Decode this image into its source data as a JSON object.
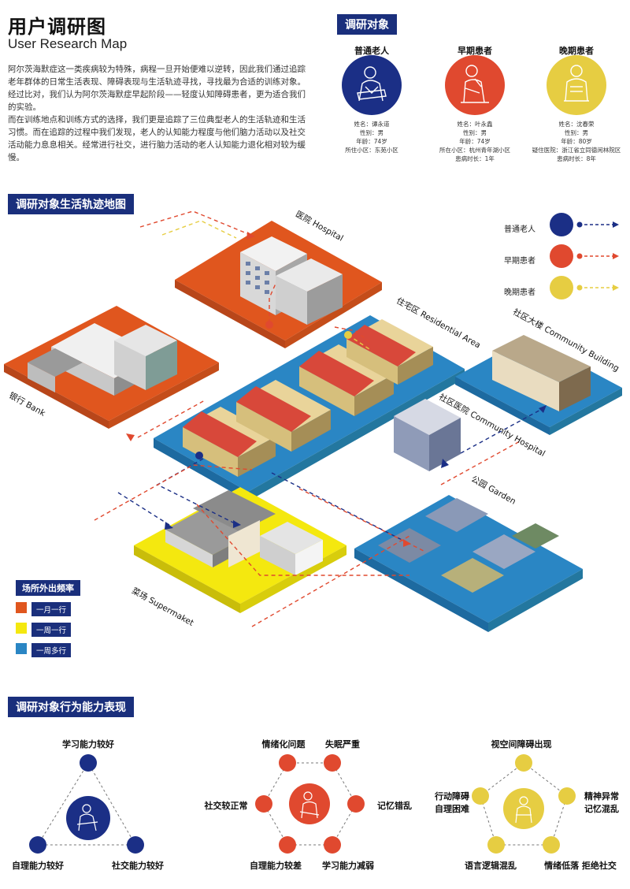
{
  "header": {
    "title_cn": "用户调研图",
    "title_en": "User Research Map",
    "intro_p1": "阿尔茨海默症这一类疾病较为特殊，病程一旦开始便难以逆转，因此我们通过追踪老年群体的日常生活表现、障碍表现与生活轨迹寻找，寻找最为合适的训练对象。经过比对，我们认为阿尔茨海默症早起阶段——轻度认知障碍患者，更为适合我们的实验。",
    "intro_p2": "而在训练地点和训练方式的选择，我们更是追踪了三位典型老人的生活轨迹和生活习惯。而在追踪的过程中我们发现，老人的认知能力程度与他们脑力活动以及社交活动能力息息相关。经常进行社交，进行脑力活动的老人认知能力退化相对较为缓慢。"
  },
  "subjects": {
    "section_label": "调研对象",
    "items": [
      {
        "title": "普通老人",
        "color": "#1b2f86",
        "lines": [
          "姓名：谭永道",
          "性别：男",
          "年龄：74岁",
          "所住小区：东苑小区"
        ]
      },
      {
        "title": "早期患者",
        "color": "#e0492f",
        "lines": [
          "姓名：叶永鑫",
          "性别：男",
          "年龄：74岁",
          "所在小区：杭州青年湖小区",
          "患病时长：1年"
        ]
      },
      {
        "title": "晚期患者",
        "color": "#e6cd42",
        "lines": [
          "姓名：沈春荣",
          "性别：男",
          "年龄：80岁",
          "疑住医院：浙江省立同德闲林院区",
          "患病时长：8年"
        ]
      }
    ]
  },
  "map": {
    "section_label": "调研对象生活轨迹地图",
    "labels": {
      "hospital": "医院 Hospital",
      "residential": "住宅区 Residential Area",
      "community_building": "社区大楼 Community Building",
      "community_hospital": "社区医院 Community Hospital",
      "bank": "银行 Bank",
      "garden": "公园 Garden",
      "supermarket": "菜场 Supermaket"
    },
    "legend": [
      {
        "label": "普通老人",
        "color": "#1b2f86"
      },
      {
        "label": "早期患者",
        "color": "#e0492f"
      },
      {
        "label": "晚期患者",
        "color": "#e6cd42"
      }
    ],
    "frequency": {
      "title": "场所外出频率",
      "items": [
        {
          "label": "一月一行",
          "color": "#e0561e"
        },
        {
          "label": "一周一行",
          "color": "#f4e80f"
        },
        {
          "label": "一周多行",
          "color": "#2a86c4"
        }
      ]
    }
  },
  "behavior": {
    "section_label": "调研对象行为能力表现",
    "group1": {
      "color": "#1b2f86",
      "labels": [
        "学习能力较好",
        "自理能力较好",
        "社交能力较好"
      ]
    },
    "group2": {
      "color": "#e0492f",
      "labels": [
        "情绪化问题",
        "失眠严重",
        "社交较正常",
        "记忆错乱",
        "自理能力较差",
        "学习能力减弱"
      ]
    },
    "group3": {
      "color": "#e6cd42",
      "labels": [
        "视空间障碍出现",
        "行动障碍",
        "自理困难",
        "精神异常",
        "记忆混乱",
        "语言逻辑混乱",
        "情绪低落 拒绝社交"
      ]
    }
  }
}
